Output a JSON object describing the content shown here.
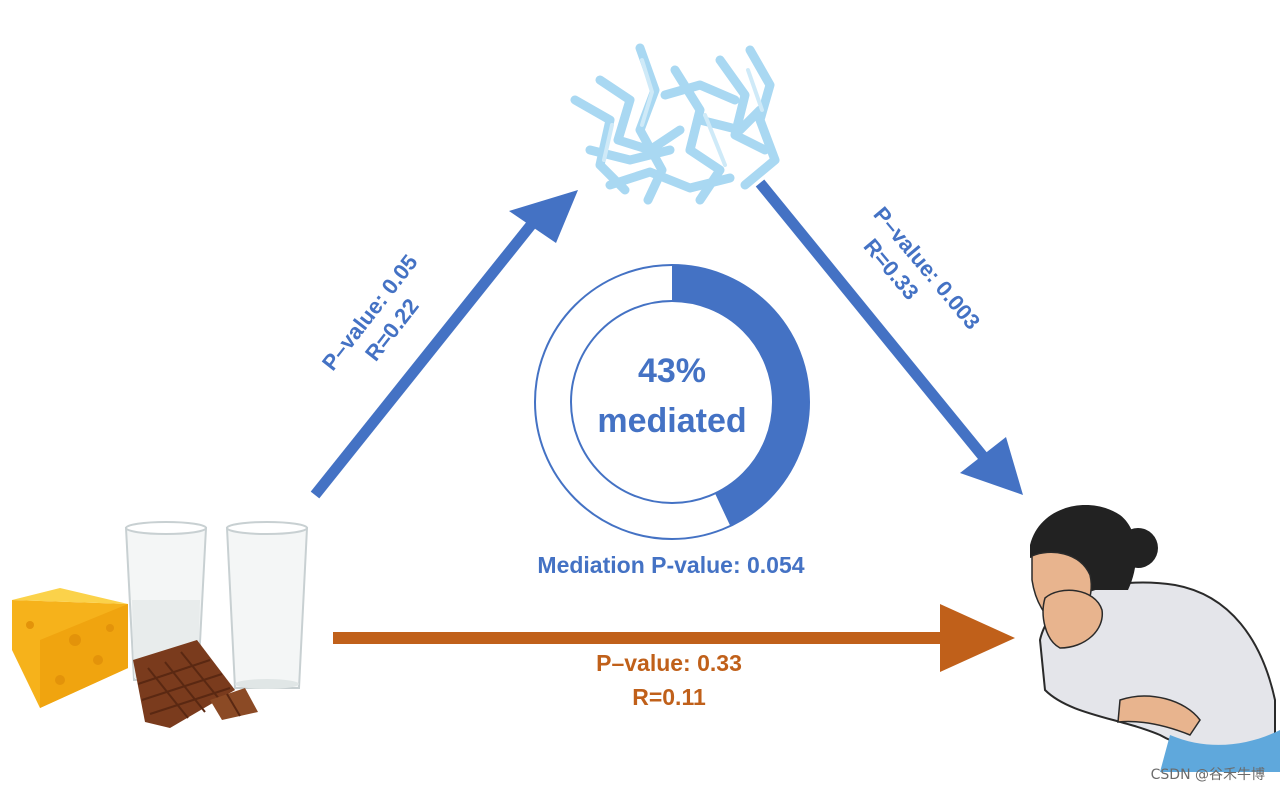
{
  "colors": {
    "blue": "#4472c4",
    "orange": "#c0601a",
    "microbe": "#a9d8f2"
  },
  "icons": {
    "food": "cheese-milk-chocolate-icon",
    "microbiome": "gut-microbiome-icon",
    "patient": "nauseous-woman-icon"
  },
  "left_path": {
    "p_value": "P–value: 0.05",
    "r": "R=0.22"
  },
  "right_path": {
    "p_value": "P–value: 0.003",
    "r": "R=0.33"
  },
  "direct_path": {
    "p_value": "P–value: 0.33",
    "r": "R=0.11"
  },
  "mediation": {
    "fraction": 0.43,
    "percent_label": "43%",
    "word": "mediated",
    "p_value_label": "Mediation P-value: 0.054"
  },
  "watermark": "CSDN @谷禾牛博"
}
